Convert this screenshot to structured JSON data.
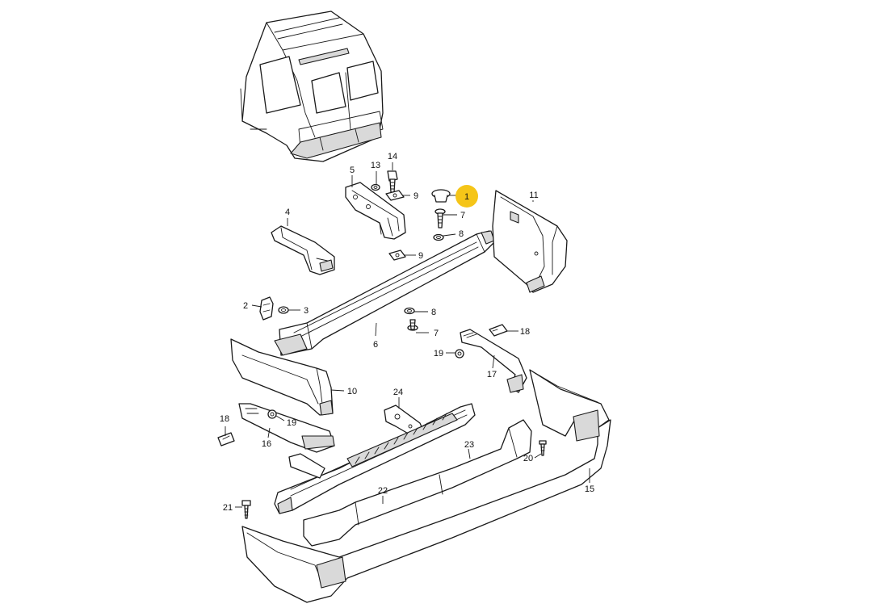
{
  "diagram": {
    "highlight_color": "#f5c518",
    "selected_part": "1",
    "callouts": {
      "c1": "1",
      "c2": "2",
      "c3": "3",
      "c4": "4",
      "c5": "5",
      "c6": "6",
      "c7a": "7",
      "c7b": "7",
      "c8a": "8",
      "c8b": "8",
      "c9a": "9",
      "c9b": "9",
      "c10": "10",
      "c11": "11",
      "c13": "13",
      "c14": "14",
      "c15": "15",
      "c16": "16",
      "c17": "17",
      "c18a": "18",
      "c18b": "18",
      "c19a": "19",
      "c19b": "19",
      "c20": "20",
      "c21": "21",
      "c22": "22",
      "c23": "23",
      "c24": "24"
    }
  }
}
